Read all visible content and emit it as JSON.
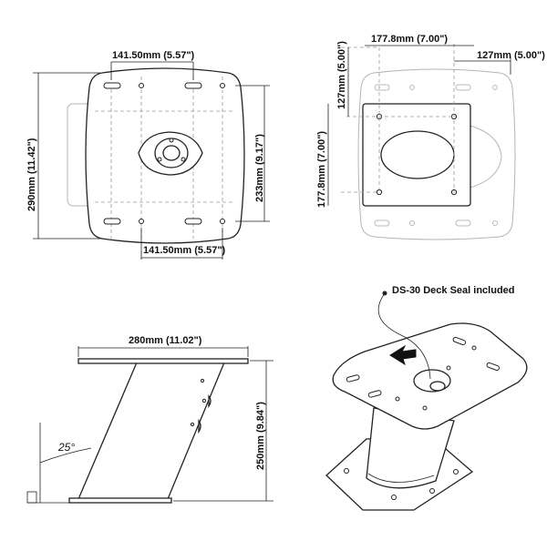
{
  "views": {
    "top_plate": {
      "top_hole_spacing": "141.50mm (5.57\")",
      "bottom_hole_spacing": "141.50mm (5.57\")",
      "overall_height": "290mm (11.42\")",
      "slot_spacing": "233mm (9.17\")"
    },
    "base_plate": {
      "width": "177.8mm (7.00\")",
      "height": "177.8mm (7.00\")",
      "top_offset": "127mm (5.00\")",
      "right_offset": "127mm (5.00\")"
    },
    "side_view": {
      "plate_width": "280mm (11.02\")",
      "height": "250mm (9.84\")",
      "angle": "25°"
    },
    "iso_view": {
      "callout": "DS-30 Deck Seal included"
    }
  }
}
